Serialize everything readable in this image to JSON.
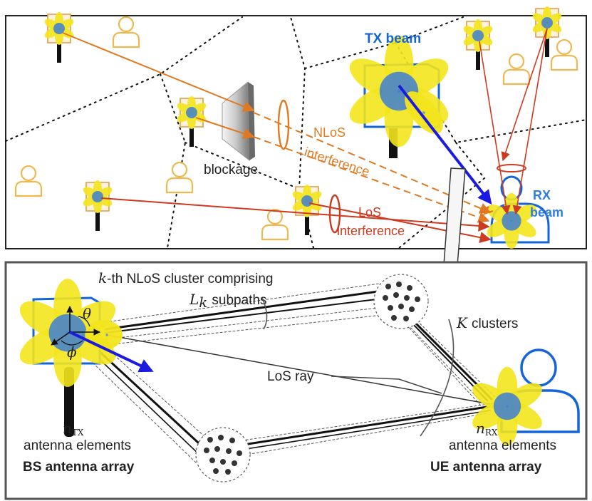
{
  "colors": {
    "tx_blue": "#1565d8",
    "rx_blue": "#2f7de1",
    "orange": "#e07a22",
    "red": "#cc3a20",
    "user_outline": "#f0b850",
    "lobe_yellow": "#f3e51c",
    "lobe_blue": "#2e6fd6"
  },
  "top": {
    "tx_beam": "TX beam",
    "rx_beam_1": "RX",
    "rx_beam_2": "beam",
    "blockage": "blockage",
    "nlos_1": "NLoS",
    "nlos_2": "interference",
    "los_1": "LoS",
    "los_2": "interference"
  },
  "bottom": {
    "cluster_k": "k",
    "cluster_text": "-th NLoS cluster comprising",
    "subpaths_L": "L",
    "subpaths_sub": "k",
    "subpaths_text": "subpaths",
    "clusters_K": "K",
    "clusters_text": "clusters",
    "los_ray": "LoS ray",
    "theta": "θ",
    "phi": "ϕ",
    "n_tx_n": "n",
    "n_tx_sub": "TX",
    "n_rx_n": "n",
    "n_rx_sub": "RX",
    "antenna_elements": "antenna elements",
    "bs_array": "BS antenna array",
    "ue_array": "UE antenna array"
  }
}
